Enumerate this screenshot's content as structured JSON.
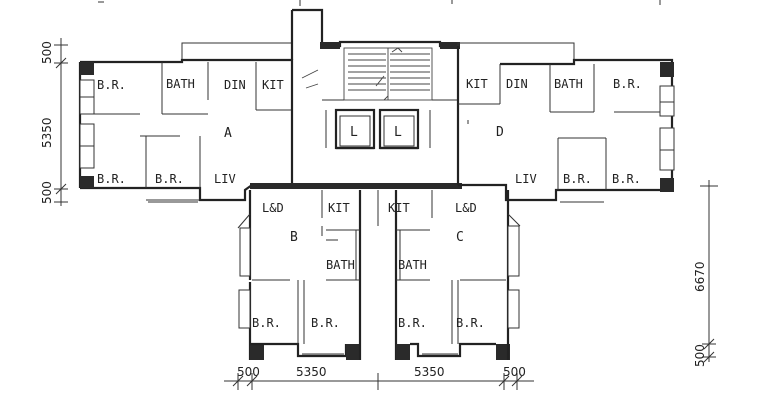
{
  "units": {
    "a": {
      "label": "A",
      "rooms": {
        "br_top_left": "B.R.",
        "bath": "BATH",
        "din": "DIN",
        "kit": "KIT",
        "br_bottom_left": "B.R.",
        "br_bottom_mid": "B.R.",
        "liv": "LIV"
      }
    },
    "b": {
      "label": "B",
      "rooms": {
        "ld": "L&D",
        "kit": "KIT",
        "bath": "BATH",
        "br_left": "B.R.",
        "br_right": "B.R."
      }
    },
    "c": {
      "label": "C",
      "rooms": {
        "kit": "KIT",
        "ld": "L&D",
        "bath": "BATH",
        "br_left": "B.R.",
        "br_right": "B.R."
      }
    },
    "d": {
      "label": "D",
      "rooms": {
        "kit": "KIT",
        "din": "DIN",
        "bath": "BATH",
        "br_top_right": "B.R.",
        "liv": "LIV",
        "br_bottom_mid": "B.R.",
        "br_bottom_right": "B.R."
      }
    }
  },
  "core": {
    "lift_left": "L",
    "lift_right": "L"
  },
  "dimensions": {
    "left": {
      "top": "500",
      "middle": "5350",
      "bottom": "500"
    },
    "right": {
      "middle": "6670",
      "bottom": "500"
    },
    "bottom": {
      "left_end": "500",
      "left_mid": "5350",
      "right_mid": "5350",
      "right_end": "500"
    }
  }
}
